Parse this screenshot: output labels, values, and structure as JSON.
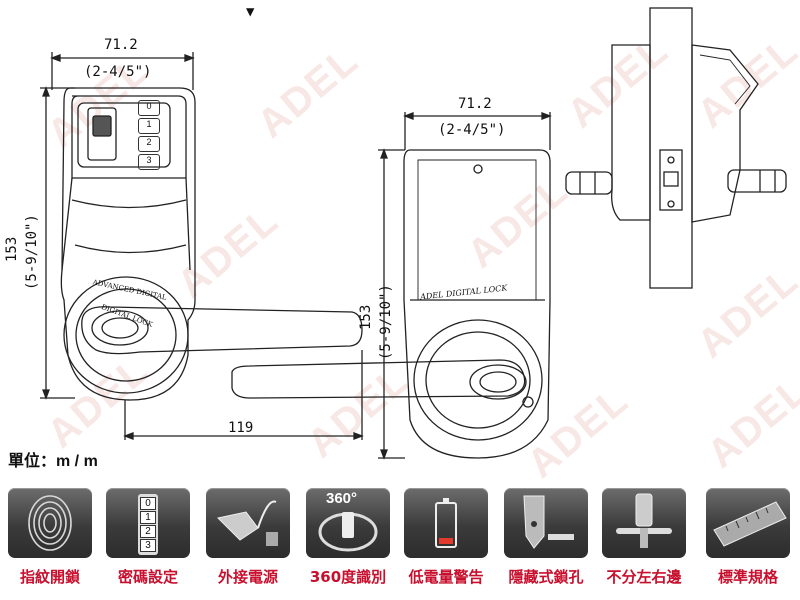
{
  "watermark": "ADEL",
  "top_marker": "▼",
  "dimensions": {
    "front_width_mm": "71.2",
    "front_width_in": "(2-4/5\")",
    "front_height_mm": "153",
    "front_height_in": "(5-9/10\")",
    "handle_length_mm": "119",
    "back_width_mm": "71.2",
    "back_width_in": "(2-4/5\")",
    "back_height_mm": "153",
    "back_height_in": "(5-9/10\")"
  },
  "lock_text": {
    "front_ring": "ADVANCED DIGITAL",
    "front_handle": "DIGITAL LOCK",
    "back_plate": "ADEL DIGITAL LOCK"
  },
  "keypad_keys": [
    "0",
    "1",
    "2",
    "3"
  ],
  "unit_label": "單位：m / m",
  "features": [
    {
      "label": "指紋開鎖",
      "icon": "fingerprint-icon"
    },
    {
      "label": "密碼設定",
      "icon": "keypad-icon",
      "keys": [
        "0",
        "1",
        "2",
        "3"
      ]
    },
    {
      "label": "外接電源",
      "icon": "external-power-icon"
    },
    {
      "label": "360度識別",
      "icon": "rotation-360-icon",
      "badge": "360°"
    },
    {
      "label": "低電量警告",
      "icon": "low-battery-icon"
    },
    {
      "label": "隱藏式鎖孔",
      "icon": "hidden-keyhole-icon"
    },
    {
      "label": "不分左右邊",
      "icon": "reversible-handle-icon"
    },
    {
      "label": "標準規格",
      "icon": "ruler-icon"
    }
  ],
  "colors": {
    "feature_label": "#c8102e",
    "tile_dark": "#3b3b3b",
    "watermark": "#d2786e"
  }
}
